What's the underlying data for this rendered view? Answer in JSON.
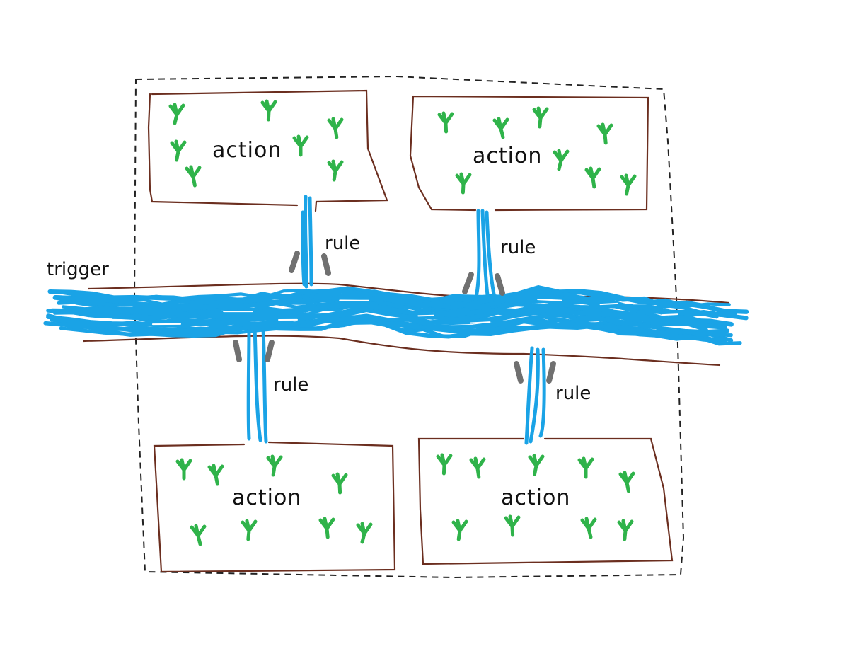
{
  "labels": {
    "trigger": "trigger",
    "rule_1": "rule",
    "rule_2": "rule",
    "rule_3": "rule",
    "rule_4": "rule",
    "action_1": "action",
    "action_2": "action",
    "action_3": "action",
    "action_4": "action"
  },
  "colors": {
    "river": "#1aa3e6",
    "bank": "#6b2e1f",
    "plant": "#2fb34a",
    "gate": "#707070",
    "boundary": "#222222",
    "text": "#111111"
  }
}
